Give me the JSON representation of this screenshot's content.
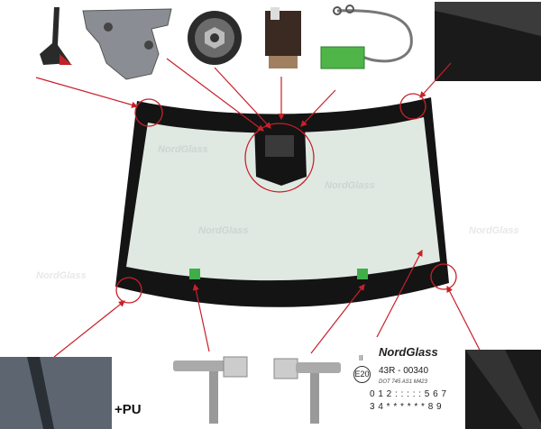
{
  "watermark": "NordGlass",
  "pu_label": "+PU",
  "label": {
    "brand": "NordGlass",
    "mark": "E20",
    "mark_top": "II",
    "approval": "43R - 00340",
    "dot": "DOT 745 AS1 M423",
    "line1": "0 1 2 : : : : : 5 6 7",
    "line2": "3 4 * * * * * * 8 9"
  },
  "colors": {
    "glass": "#dfe9e2",
    "frame": "#141414",
    "callout": "#c8202a",
    "connector": "#3fae49"
  }
}
